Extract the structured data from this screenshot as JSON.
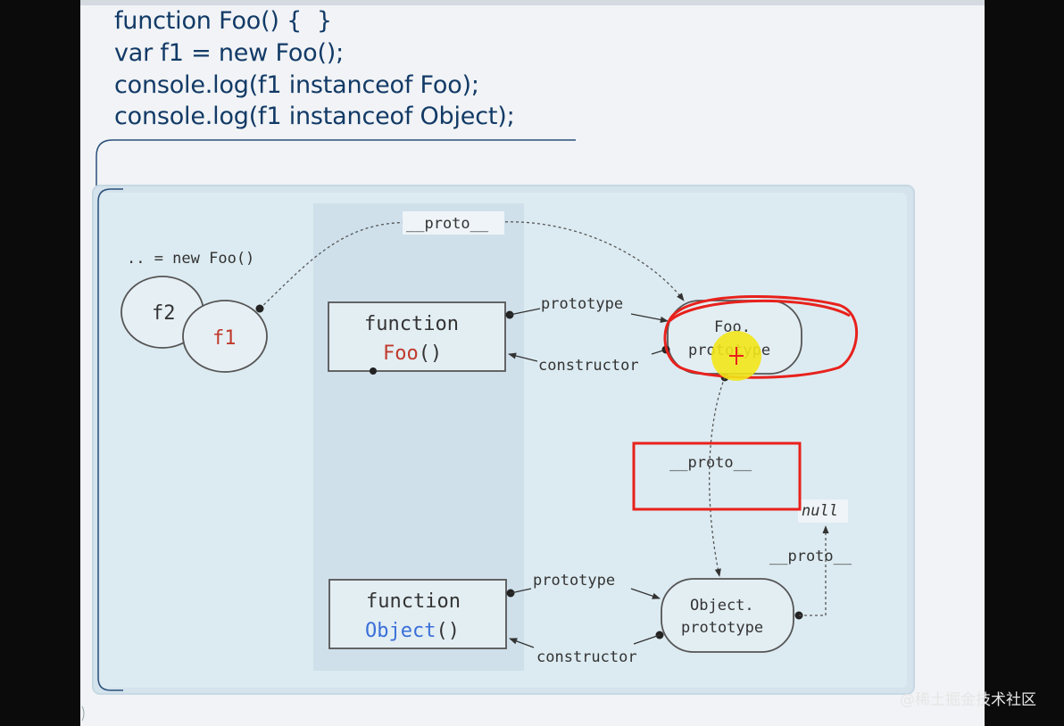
{
  "code": [
    "function Foo() {  }",
    "var f1 = new Foo();",
    "console.log(f1 instanceof Foo);",
    "console.log(f1 instanceof Object);"
  ],
  "diagram": {
    "new_foo_label": ".. = new Foo()",
    "instances": {
      "f2": "f2",
      "f1": "f1"
    },
    "foo_box": {
      "keyword": "function",
      "name": "Foo",
      "parens": "()"
    },
    "object_box": {
      "keyword": "function",
      "name": "Object",
      "parens": "()"
    },
    "foo_prototype": {
      "line1": "Foo.",
      "line2": "prototype"
    },
    "object_prototype": {
      "line1": "Object.",
      "line2": "prototype"
    },
    "null_label": "null",
    "edge_labels": {
      "proto_top": "__proto__",
      "prototype_foo": "prototype",
      "constructor_foo": "constructor",
      "proto_middle": "__proto__",
      "prototype_object": "prototype",
      "constructor_object": "constructor",
      "proto_object": "__proto__"
    },
    "annotations": {
      "highlight_ellipse_color": "#e8211c",
      "highlight_box_color": "#e8211c",
      "cursor_color": "#f2e61a"
    },
    "colors": {
      "instance_name": "#c0392b",
      "foo_name": "#c0392b",
      "object_name": "#3a6fd8"
    }
  },
  "watermark": "@稀土掘金技术社区"
}
